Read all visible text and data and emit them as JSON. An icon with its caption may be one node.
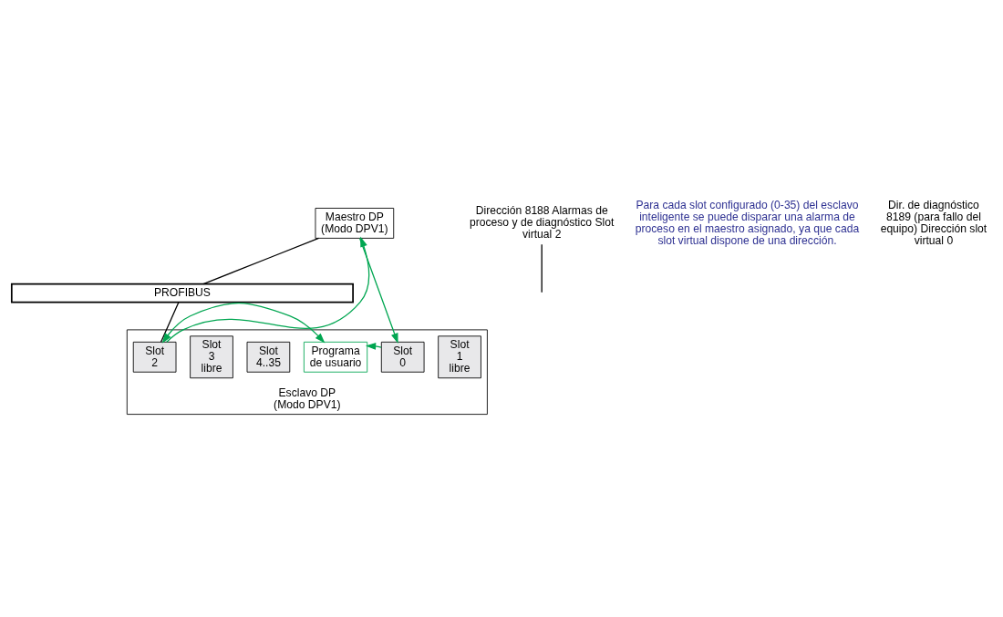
{
  "diagram": {
    "nodes": [
      {
        "text": [
          "Maestro DP (Modo DPV1)"
        ]
      },
      {
        "text": [
          "PROFIBUS"
        ]
      },
      {
        "text": [
          "Esclavo DP (Modo DPV1)"
        ]
      },
      {
        "text": [
          "Programa de usuario"
        ],
        "in": 2
      },
      {
        "text": [
          "Slot 0"
        ],
        "in": 2
      },
      {
        "text": [
          "Slot 1 libre"
        ],
        "in": 2
      },
      {
        "text": [
          "Slot 2"
        ],
        "in": 2
      },
      {
        "text": [
          "Slot 3 libre"
        ],
        "in": 2
      },
      {
        "text": [
          "Slot 4..35"
        ],
        "in": 2
      },
      {
        "text": [
          "Dirección 8188 Alarmas de proceso y de diagnóstico Slot virtual 2"
        ]
      }
    ],
    "edges": [
      {
        "from": 0,
        "to": 4,
        "arrow": "to"
      },
      {
        "from": 6,
        "to": 0,
        "arrow": "to"
      },
      {
        "from": 0,
        "to": 1,
        "arrow": "none",
        "color": "#000000"
      },
      {
        "from": 1,
        "to": 6,
        "arrow": "none",
        "color": "#000000"
      },
      {
        "from": 4,
        "to": 3,
        "arrow": "to"
      },
      {
        "from": 3,
        "to": 6,
        "arrow": "both"
      },
      {
        "from": 9,
        "to": null,
        "arrow": "none",
        "color": "#000000"
      }
    ],
    "labels": [
      "Para cada slot configurado (0-35) del esclavo inteligente se puede disparar una alarma de proceso en el maestro asignado, ya que cada slot virtual dispone de una dirección.",
      "Dir. de diagnóstico 8189 (para fallo del equipo) Dirección slot virtual 0"
    ]
  }
}
